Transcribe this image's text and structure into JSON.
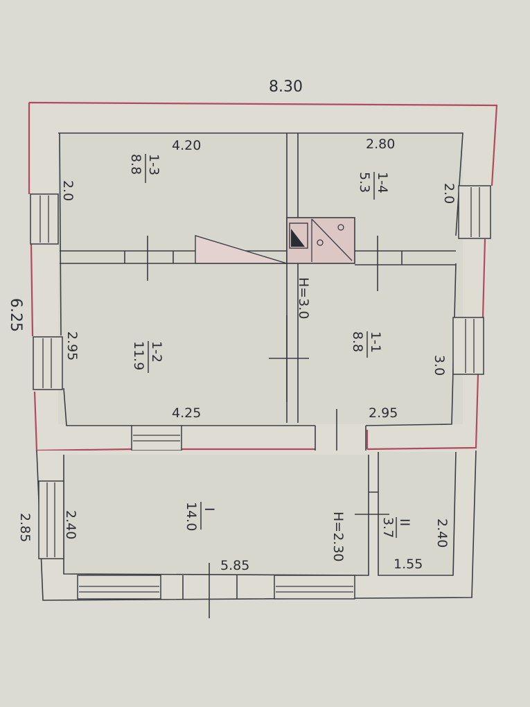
{
  "plan": {
    "overall_width": "8.30",
    "overall_depth": "6.25",
    "annex_depth": "2.85",
    "rooms": [
      {
        "id": "1-3",
        "area": "8.8",
        "width": "4.20",
        "depth": "2.0"
      },
      {
        "id": "1-4",
        "area": "5.3",
        "width": "2.80",
        "depth": "2.0"
      },
      {
        "id": "1-2",
        "area": "11.9",
        "width": "4.25",
        "depth": "2.95"
      },
      {
        "id": "1-1",
        "area": "8.8",
        "width": "2.95",
        "depth": "3.0"
      },
      {
        "id": "I",
        "area": "14.0",
        "width": "5.85",
        "depth": "2.40"
      },
      {
        "id": "II",
        "area": "3.7",
        "width": "1.55",
        "depth": "2.40"
      }
    ],
    "height_main": "H=3.0",
    "height_annex": "H=2.30",
    "colors": {
      "paper": "#d9d8cf",
      "ink": "#2b2d35",
      "red_outline": "#b04a5e",
      "stove_fill": "#ddc7c4"
    }
  }
}
